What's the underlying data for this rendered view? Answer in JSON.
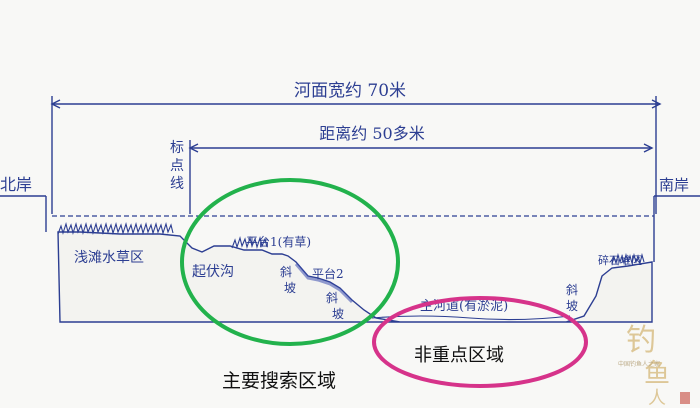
{
  "labels": {
    "river_width": "河面宽约 70米",
    "distance": "距离约 50多米",
    "north_bank": "北岸",
    "south_bank": "南岸",
    "marker_line": "标点线",
    "shallow_grass": "浅滩水草区",
    "undulating_ditch": "起伏沟",
    "platform1": "平台1(有草)",
    "slope1": "斜坡",
    "platform2": "平台2",
    "slope2": "斜坡",
    "main_channel": "主河道(有淤泥)",
    "slope3": "斜坡",
    "gravel_area": "碎石堆区"
  },
  "callouts": {
    "main_search": "主要搜索区域",
    "non_key": "非重点区域"
  },
  "watermark": {
    "line1": "钓",
    "line2": "鱼",
    "line3": "人",
    "caption": "中国钓鱼人之家"
  },
  "colors": {
    "ink": "#2c3e92",
    "main_search_circle": "#22b24c",
    "non_key_circle": "#d6338a"
  }
}
